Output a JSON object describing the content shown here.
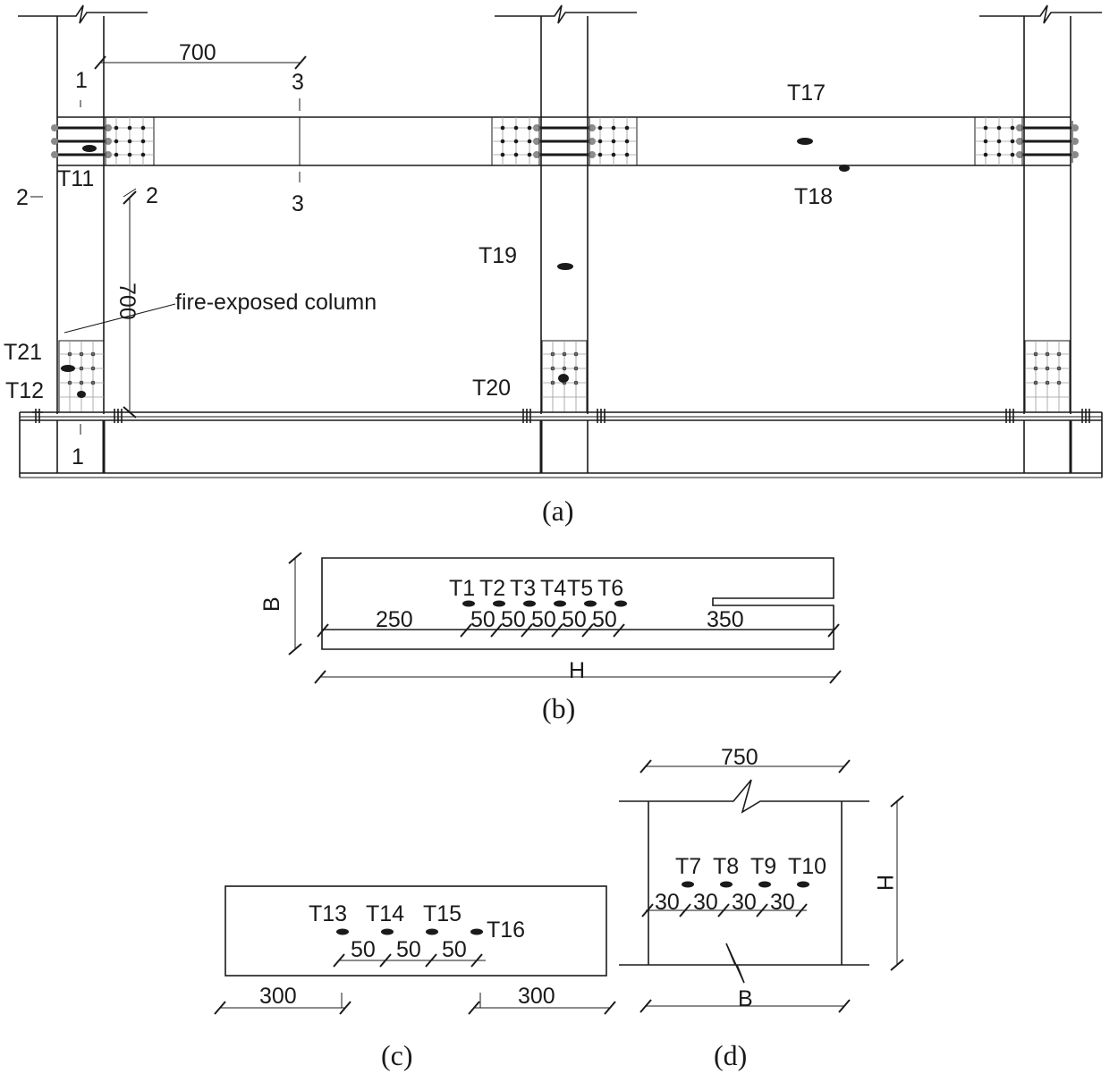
{
  "captions": {
    "a": "(a)",
    "b": "(b)",
    "c": "(c)",
    "d": "(d)"
  },
  "frame": {
    "dim_top": "700",
    "dim_side": "700",
    "section_1_top": "1",
    "section_1_bottom": "1",
    "section_2_left": "2",
    "section_2_right": "2",
    "section_3_top": "3",
    "section_3_bottom": "3",
    "callout": "fire-exposed column",
    "sensors": {
      "t11": "T11",
      "t12": "T12",
      "t17": "T17",
      "t18": "T18",
      "t19": "T19",
      "t20": "T20",
      "t21": "T21"
    }
  },
  "panel_b": {
    "dim_b": "B",
    "dim_h": "H",
    "dim_left": "250",
    "dim_right": "350",
    "spacings": [
      "50",
      "50",
      "50",
      "50",
      "50"
    ],
    "sensors": [
      "T1",
      "T2",
      "T3",
      "T4",
      "T5",
      "T6"
    ]
  },
  "panel_c": {
    "dim_left": "300",
    "dim_right": "300",
    "spacings": [
      "50",
      "50",
      "50"
    ],
    "sensors": [
      "T13",
      "T14",
      "T15",
      "T16"
    ]
  },
  "panel_d": {
    "dim_top": "750",
    "dim_b": "B",
    "dim_h": "H",
    "spacings": [
      "30",
      "30",
      "30",
      "30"
    ],
    "sensors": [
      "T7",
      "T8",
      "T9",
      "T10"
    ]
  }
}
